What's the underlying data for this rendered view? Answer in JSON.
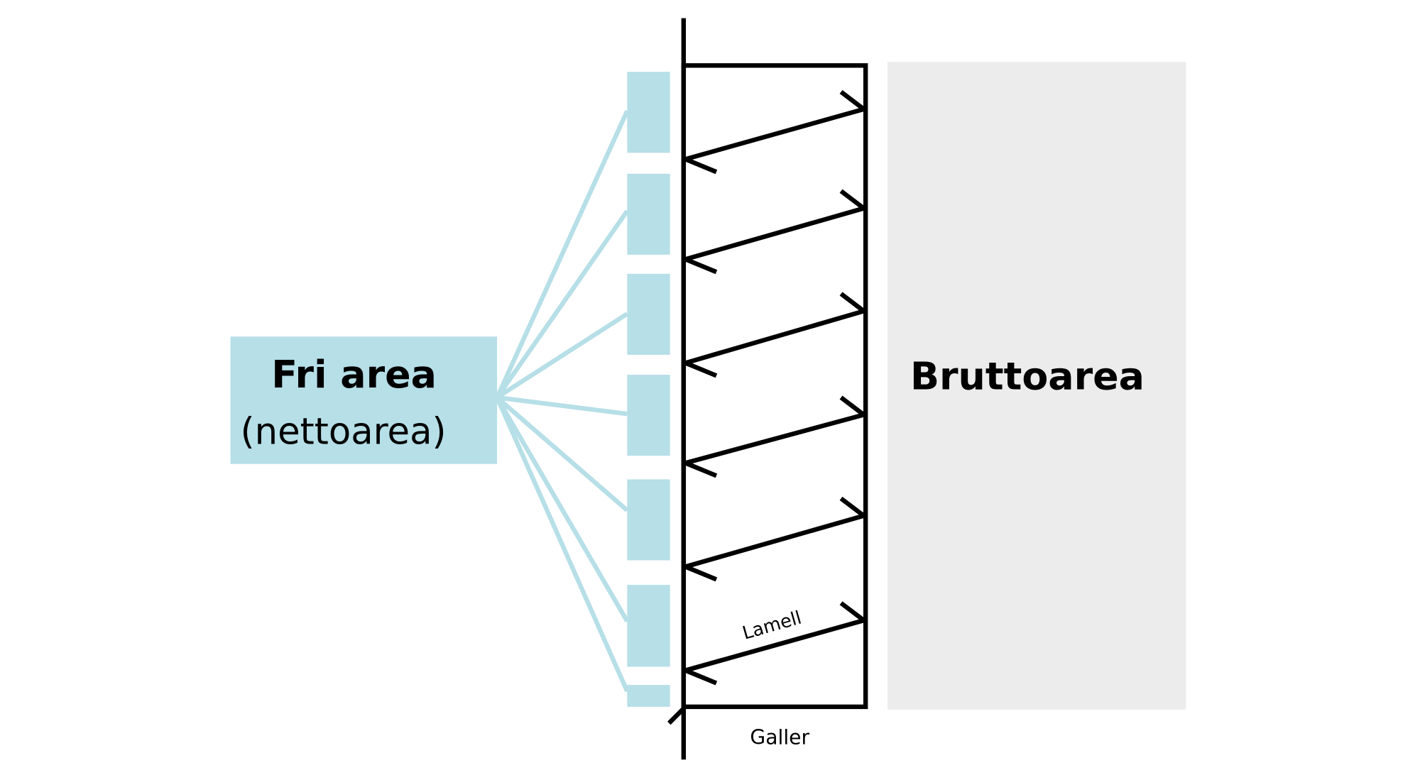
{
  "labels": {
    "free_area_title": "Fri area",
    "free_area_subtitle": "(nettoarea)",
    "gross_area": "Bruttoarea",
    "slat": "Lamell",
    "grille": "Galler"
  },
  "colors": {
    "free_area": "#b6dfe7",
    "gross_area": "#ececec",
    "stroke": "#000000"
  },
  "slat_count": 6,
  "opening_count": 7
}
